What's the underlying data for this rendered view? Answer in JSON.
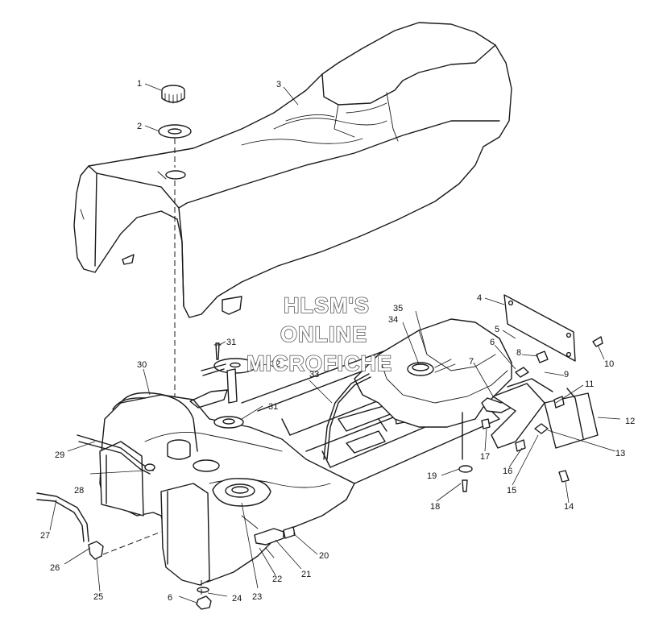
{
  "diagram": {
    "watermark": [
      "HLSM'S",
      "ONLINE",
      "MICROFICHE"
    ],
    "callouts": [
      "1",
      "2",
      "3",
      "4",
      "5",
      "6",
      "7",
      "8",
      "9",
      "10",
      "11",
      "12",
      "13",
      "14",
      "15",
      "16",
      "17",
      "18",
      "19",
      "20",
      "21",
      "22",
      "23",
      "24",
      "25",
      "26",
      "27",
      "28",
      "29",
      "30",
      "31",
      "32",
      "33",
      "34",
      "35"
    ],
    "callout_6b": "6",
    "callout_31b": "31"
  }
}
